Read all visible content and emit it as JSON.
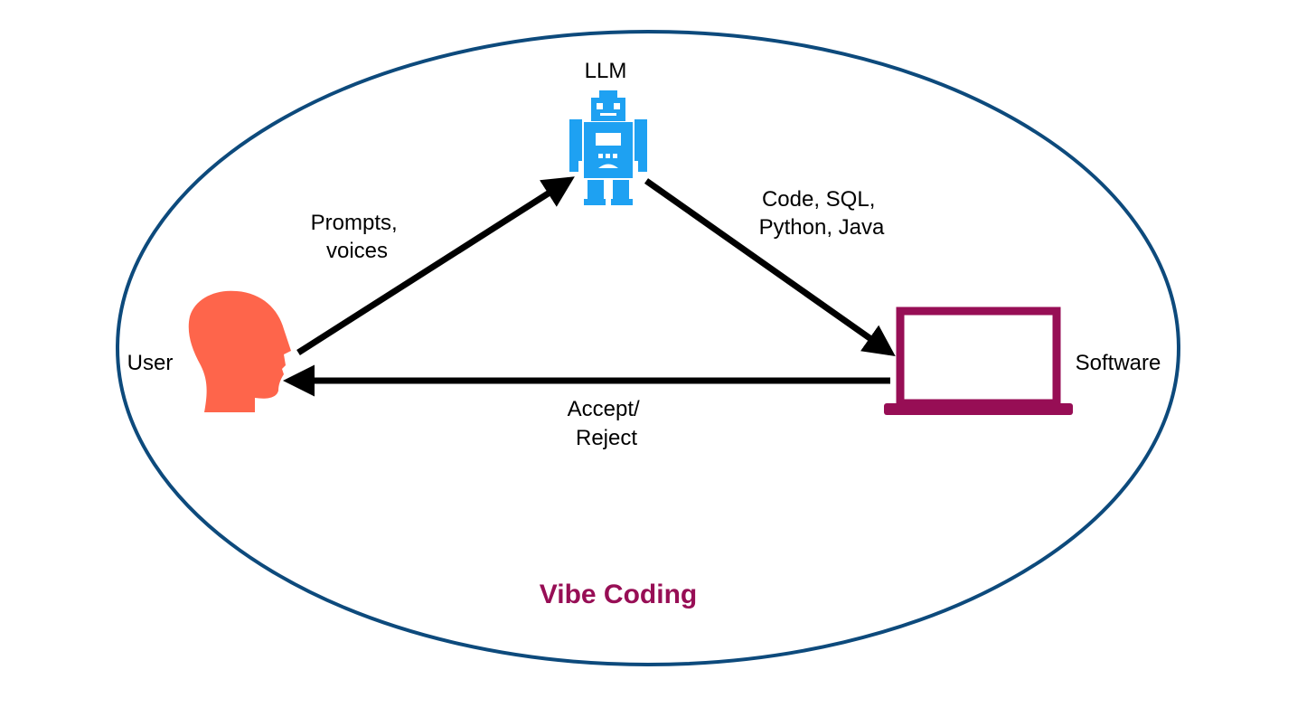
{
  "colors": {
    "boundary": "#0d4a7c",
    "arrow": "#000000",
    "user_icon": "#fe654b",
    "robot_icon": "#1ea1f2",
    "laptop_icon": "#970e55",
    "title": "#970e55",
    "text": "#000000"
  },
  "nodes": {
    "user": {
      "label": "User",
      "icon": "person-head-icon"
    },
    "llm": {
      "label": "LLM",
      "icon": "robot-icon"
    },
    "software": {
      "label": "Software",
      "icon": "laptop-icon"
    }
  },
  "edges": {
    "user_to_llm": {
      "from": "User",
      "to": "LLM",
      "lines": [
        "Prompts,",
        "voices"
      ]
    },
    "llm_to_software": {
      "from": "LLM",
      "to": "Software",
      "lines": [
        "Code, SQL,",
        "Python, Java"
      ]
    },
    "software_to_user": {
      "from": "Software",
      "to": "User",
      "lines": [
        "Accept/",
        "Reject"
      ]
    }
  },
  "title": "Vibe Coding"
}
